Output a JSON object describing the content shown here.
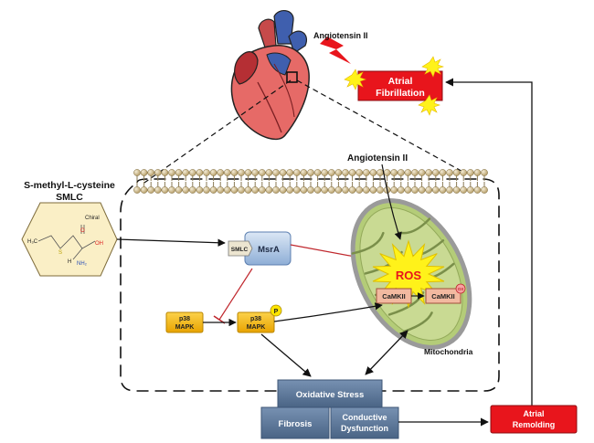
{
  "labels": {
    "angiotensin_top": "Angiotensin II",
    "angiotensin_mid": "Angiotensin II",
    "af_line1": "Atrial",
    "af_line2": "Fibrillation",
    "smlc_name": "S-methyl-L-cysteine",
    "smlc_abbrev": "SMLC",
    "chiral": "Chiral",
    "atom_o": "O",
    "atom_oh": "OH",
    "atom_h3c": "H₃C",
    "atom_s": "S",
    "atom_h": "H",
    "atom_nh2": "NH₂",
    "smlc_tag": "SMLC",
    "msra": "MsrA",
    "p38_line1": "p38",
    "p38_line2": "MAPK",
    "p38p_line1": "p38",
    "p38p_line2": "MAPK",
    "phospho": "P",
    "ros": "ROS",
    "camkii_1": "CaMKII",
    "camkii_2": "CaMKII",
    "ox": "OX",
    "mitochondria": "Mitochondria",
    "oxidative_stress": "Oxidative Stress",
    "fibrosis": "Fibrosis",
    "cd_line1": "Conductive",
    "cd_line2": "Dysfunction",
    "ar_line1": "Atrial",
    "ar_line2": "Remolding"
  },
  "colors": {
    "red_box": "#e8151c",
    "slate_box": "#5b7799",
    "gold_box": "#f6b90a",
    "mito_green": "#b4cc78",
    "ros_yellow": "#fff21a",
    "hexagon": "#faefc6",
    "msra_blue": "#a9c2e3",
    "camkii": "#f2b9a0",
    "inhibit": "#c0282e"
  },
  "icons": {
    "heart": "heart-icon",
    "lightning": "lightning-bolt-icon",
    "membrane": "lipid-bilayer-icon",
    "mitochondrion": "mitochondrion-icon"
  }
}
